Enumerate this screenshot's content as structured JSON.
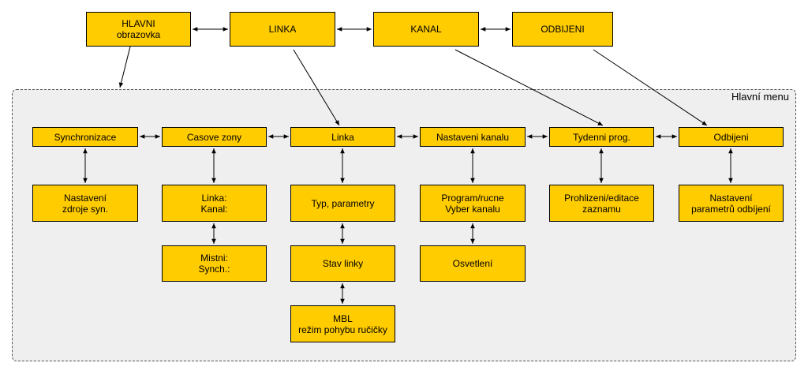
{
  "top": {
    "hlavni": "HLAVNI\nobrazovka",
    "linka": "LINKA",
    "kanal": "KANAL",
    "odbijeni": "ODBIJENI"
  },
  "menu": {
    "title": "Hlavní menu",
    "synchronizace": "Synchronizace",
    "casove_zony": "Casove zony",
    "linka": "Linka",
    "nastaveni_kanalu": "Nastaveni kanalu",
    "tydenni_prog": "Tydenni prog.",
    "odbijeni": "Odbijeni",
    "nastaveni_zdroje": "Nastavení\nzdroje syn.",
    "linka_kanal": "Linka:\nKanal:",
    "mistni_synch": "Mistni:\nSynch.:",
    "typ_parametry": "Typ, parametry",
    "stav_linky": "Stav linky",
    "mbl": "MBL\nrežim pohybu ručičky",
    "program_rucne": "Program/rucne\nVyber kanalu",
    "osvetleni": "Osvetlení",
    "prohlizeni": "Prohlizeni/editace\nzaznamu",
    "nastaveni_odbijeni": "Nastavení\nparametrů odbíjení"
  },
  "colors": {
    "box_fill": "#ffcc00",
    "menu_background": "#efefef"
  }
}
